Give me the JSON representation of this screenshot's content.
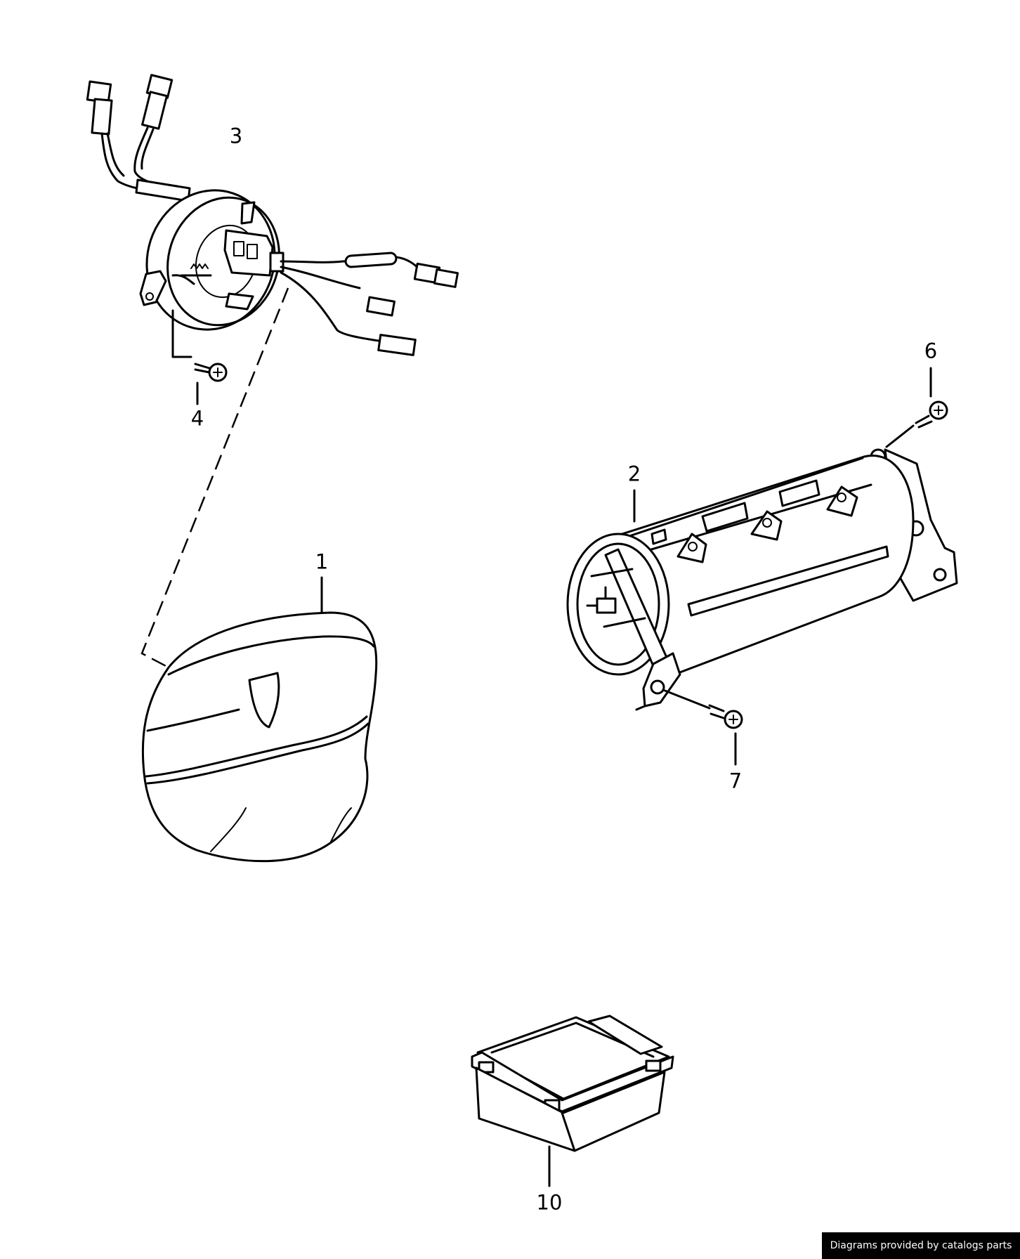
{
  "callouts": {
    "p1": "1",
    "p2": "2",
    "p3": "3",
    "p4": "4",
    "p6": "6",
    "p7": "7",
    "p10": "10"
  },
  "footer": {
    "credit": "Diagrams provided by catalogs parts"
  }
}
